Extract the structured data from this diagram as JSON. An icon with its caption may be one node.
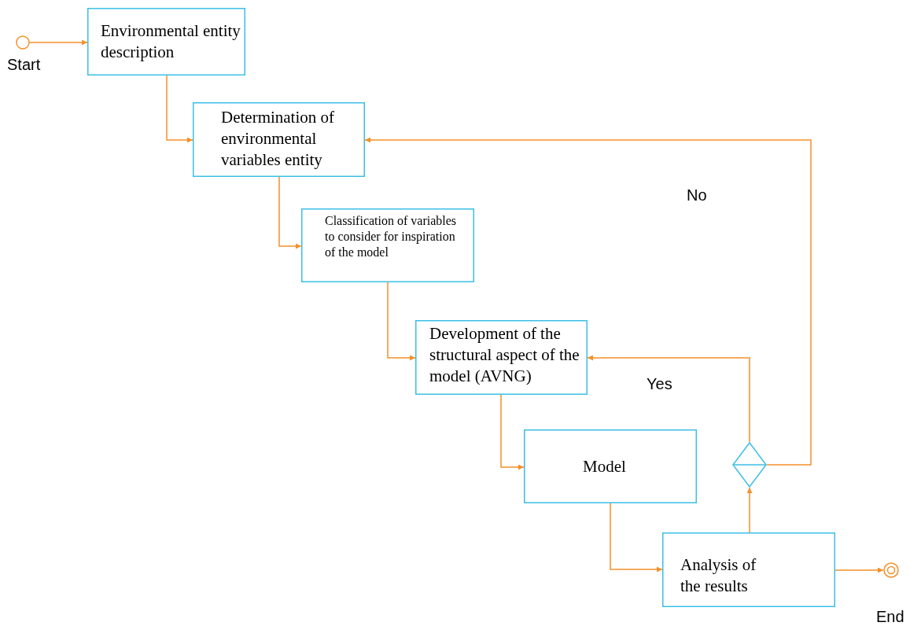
{
  "diagram": {
    "nodes": [
      {
        "text": [],
        "shape": "circle",
        "beside": [
          "Start"
        ]
      },
      {
        "text": [
          "Environmental entity description"
        ]
      },
      {
        "text": [
          "Determination of environmental variables entity"
        ]
      },
      {
        "text": [
          "Classification of variables to consider for inspiration of the model"
        ]
      },
      {
        "text": [
          "Development of the structural aspect of the model (AVNG)"
        ]
      },
      {
        "text": [
          "Model"
        ]
      },
      {
        "text": [
          "Analysis of the results"
        ]
      },
      {
        "text": [],
        "shape": "diamond"
      },
      {
        "text": [],
        "shape": "circle",
        "beside": [
          "End"
        ]
      }
    ],
    "edges": [
      {
        "from": 0,
        "to": 1,
        "arrow": "to"
      },
      {
        "from": 1,
        "to": 2,
        "arrow": "to"
      },
      {
        "from": 2,
        "to": 3,
        "arrow": "to"
      },
      {
        "from": 3,
        "to": 4,
        "arrow": "to"
      },
      {
        "from": 4,
        "to": 5,
        "arrow": "to"
      },
      {
        "from": 5,
        "to": 6,
        "arrow": "to"
      },
      {
        "from": 6,
        "to": 7,
        "arrow": "to"
      },
      {
        "from": 7,
        "to": 4,
        "arrow": "to",
        "label": "Yes"
      },
      {
        "from": 7,
        "to": 2,
        "arrow": "to",
        "label": "No"
      },
      {
        "from": 6,
        "to": 8,
        "arrow": "to"
      }
    ]
  }
}
